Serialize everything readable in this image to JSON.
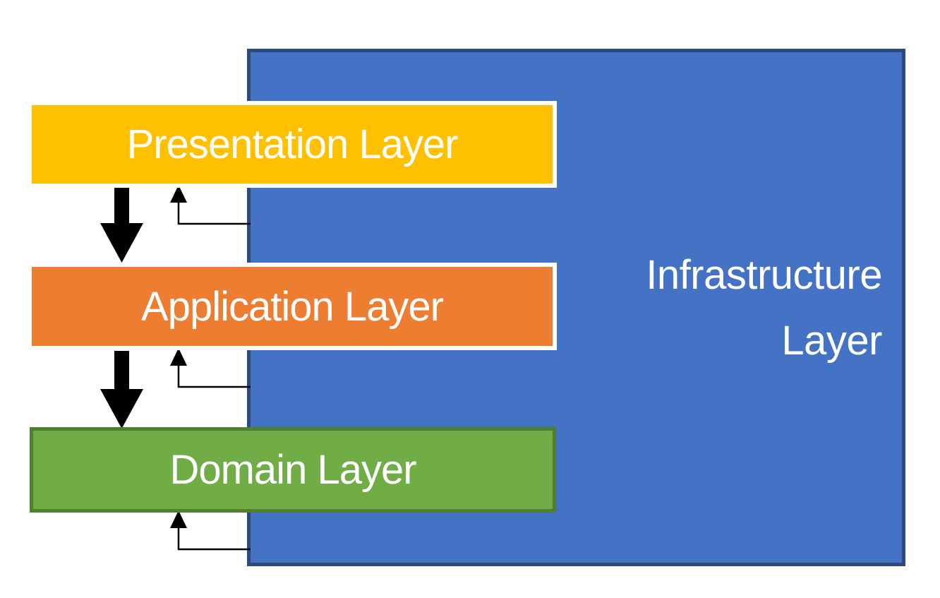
{
  "diagram": {
    "type": "layered-architecture",
    "background_color": "#FFFFFF",
    "arrow_color": "#000000",
    "layers": {
      "presentation": {
        "label": "Presentation Layer",
        "fill": "#FFC000",
        "border_color": "#FFFFFF",
        "text_color": "#FFFFFF"
      },
      "application": {
        "label": "Application Layer",
        "fill": "#ED7D31",
        "border_color": "#FFFFFF",
        "text_color": "#FFFFFF"
      },
      "domain": {
        "label": "Domain Layer",
        "fill": "#70AD47",
        "border_color": "#507E32",
        "text_color": "#FFFFFF"
      },
      "infrastructure": {
        "label": "Infrastructure Layer",
        "fill": "#4472C4",
        "border_color": "#2C4A7E",
        "text_color": "#FFFFFF"
      }
    },
    "relations": {
      "block_arrows": [
        {
          "from": "Presentation Layer",
          "to": "Application Layer",
          "direction": "down",
          "style": "thick-block"
        },
        {
          "from": "Application Layer",
          "to": "Domain Layer",
          "direction": "down",
          "style": "thick-block"
        }
      ],
      "elbow_arrows": [
        {
          "from": "Infrastructure Layer",
          "to": "Presentation Layer",
          "direction": "up",
          "style": "thin-elbow"
        },
        {
          "from": "Infrastructure Layer",
          "to": "Application Layer",
          "direction": "up",
          "style": "thin-elbow"
        },
        {
          "from": "Infrastructure Layer",
          "to": "Domain Layer",
          "direction": "up",
          "style": "thin-elbow"
        }
      ]
    }
  }
}
